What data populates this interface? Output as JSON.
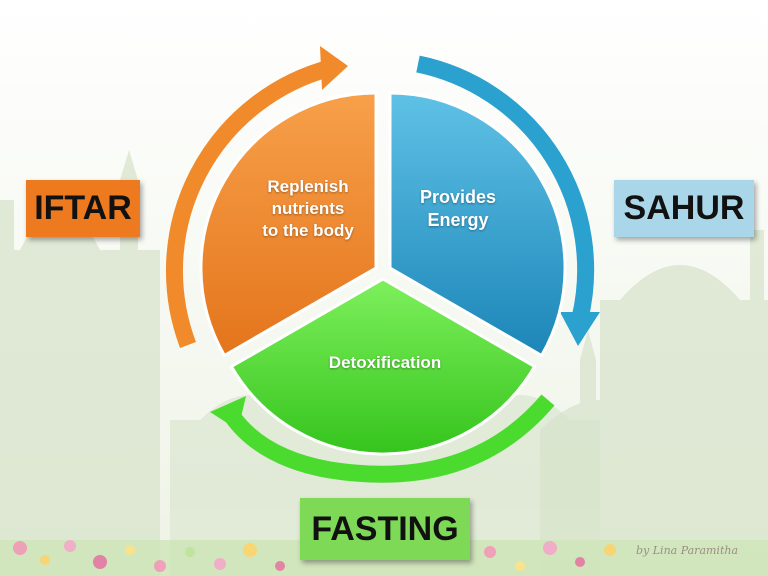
{
  "segments": [
    {
      "id": "replenish",
      "text": "Replenish nutrients to the body",
      "color": "#f08a2a"
    },
    {
      "id": "energy",
      "text": "Provides Energy",
      "color": "#2aa1cf"
    },
    {
      "id": "detox",
      "text": "Detoxification",
      "color": "#4bdb2e"
    }
  ],
  "labels": {
    "replenish_lines": [
      "Replenish",
      "nutrients",
      "to the body"
    ],
    "energy_lines": [
      "Provides",
      "Energy"
    ],
    "detox": "Detoxification"
  },
  "tags": {
    "iftar": {
      "text": "IFTAR",
      "color": "#ee7a1f"
    },
    "sahur": {
      "text": "SAHUR",
      "color": "#a9d7e9"
    },
    "fasting": {
      "text": "FASTING",
      "color": "#7ed957"
    }
  },
  "arrows": {
    "iftar_arrow_color": "#f08a2a",
    "sahur_arrow_color": "#2aa1cf",
    "fasting_arrow_color": "#4bdb2e"
  },
  "watermark": "by Lina Paramitha"
}
